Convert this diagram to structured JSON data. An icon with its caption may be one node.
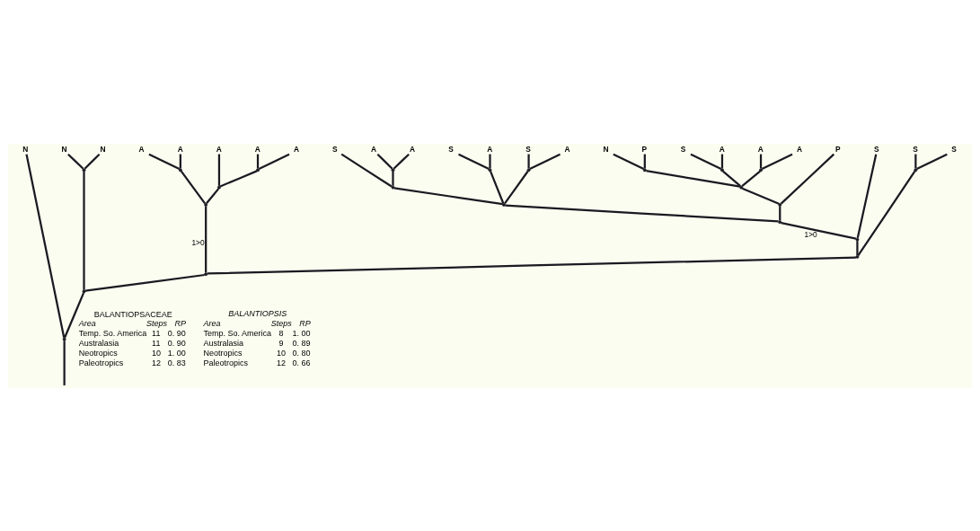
{
  "diagram": {
    "nodes": [
      {
        "text": [
          "N"
        ]
      },
      {
        "text": [
          "N"
        ]
      },
      {
        "text": [
          "N"
        ]
      },
      {
        "text": [
          "A"
        ]
      },
      {
        "text": [
          "A"
        ]
      },
      {
        "text": [
          "A"
        ]
      },
      {
        "text": [
          "A"
        ]
      },
      {
        "text": [
          "A"
        ]
      },
      {
        "text": [
          "S"
        ]
      },
      {
        "text": [
          "A"
        ]
      },
      {
        "text": [
          "A"
        ]
      },
      {
        "text": [
          "S"
        ]
      },
      {
        "text": [
          "A"
        ]
      },
      {
        "text": [
          "S"
        ]
      },
      {
        "text": [
          "A"
        ]
      },
      {
        "text": [
          "N"
        ]
      },
      {
        "text": [
          "P"
        ]
      },
      {
        "text": [
          "S"
        ]
      },
      {
        "text": [
          "A"
        ]
      },
      {
        "text": [
          "A"
        ]
      },
      {
        "text": [
          "A"
        ]
      },
      {
        "text": [
          "P"
        ]
      },
      {
        "text": [
          "S"
        ]
      },
      {
        "text": [
          "S"
        ]
      },
      {
        "text": [
          "S"
        ]
      },
      {
        "text": [],
        "shape": "point"
      },
      {
        "text": [],
        "shape": "point"
      },
      {
        "text": [],
        "shape": "point"
      },
      {
        "text": [],
        "shape": "point"
      },
      {
        "text": [],
        "shape": "point"
      },
      {
        "text": [],
        "shape": "point"
      },
      {
        "text": [],
        "shape": "point"
      },
      {
        "text": [],
        "shape": "point"
      },
      {
        "text": [],
        "shape": "point"
      },
      {
        "text": [],
        "shape": "point"
      },
      {
        "text": [],
        "shape": "point"
      },
      {
        "text": [],
        "shape": "point"
      },
      {
        "text": [],
        "shape": "point"
      },
      {
        "text": [],
        "shape": "point"
      },
      {
        "text": [],
        "shape": "point"
      },
      {
        "text": [],
        "shape": "point"
      },
      {
        "text": [],
        "shape": "point"
      },
      {
        "text": [],
        "shape": "point"
      },
      {
        "text": [],
        "shape": "point"
      },
      {
        "text": [],
        "shape": "point"
      },
      {
        "text": [],
        "shape": "point"
      },
      {
        "text": [],
        "shape": "point"
      }
    ],
    "edges": [
      {
        "from": 25,
        "to": 1,
        "arrow": "none"
      },
      {
        "from": 25,
        "to": 2,
        "arrow": "none"
      },
      {
        "from": 26,
        "to": 3,
        "arrow": "none"
      },
      {
        "from": 26,
        "to": 4,
        "arrow": "none"
      },
      {
        "from": 27,
        "to": 6,
        "arrow": "none"
      },
      {
        "from": 27,
        "to": 7,
        "arrow": "none"
      },
      {
        "from": 28,
        "to": 9,
        "arrow": "none"
      },
      {
        "from": 28,
        "to": 10,
        "arrow": "none"
      },
      {
        "from": 29,
        "to": 11,
        "arrow": "none"
      },
      {
        "from": 29,
        "to": 12,
        "arrow": "none"
      },
      {
        "from": 30,
        "to": 13,
        "arrow": "none"
      },
      {
        "from": 30,
        "to": 14,
        "arrow": "none"
      },
      {
        "from": 31,
        "to": 15,
        "arrow": "none"
      },
      {
        "from": 31,
        "to": 16,
        "arrow": "none"
      },
      {
        "from": 32,
        "to": 17,
        "arrow": "none"
      },
      {
        "from": 32,
        "to": 18,
        "arrow": "none"
      },
      {
        "from": 33,
        "to": 19,
        "arrow": "none"
      },
      {
        "from": 33,
        "to": 20,
        "arrow": "none"
      },
      {
        "from": 34,
        "to": 23,
        "arrow": "none"
      },
      {
        "from": 34,
        "to": 24,
        "arrow": "none"
      },
      {
        "from": 35,
        "to": 5,
        "arrow": "none"
      },
      {
        "from": 35,
        "to": 27,
        "arrow": "none"
      },
      {
        "from": 36,
        "to": 8,
        "arrow": "none"
      },
      {
        "from": 36,
        "to": 28,
        "arrow": "none"
      },
      {
        "from": 37,
        "to": 26,
        "arrow": "none"
      },
      {
        "from": 37,
        "to": 35,
        "arrow": "none"
      },
      {
        "from": 38,
        "to": 31,
        "arrow": "none"
      },
      {
        "from": 38,
        "to": 32,
        "arrow": "none"
      },
      {
        "from": 38,
        "to": 33,
        "arrow": "none"
      },
      {
        "from": 39,
        "to": 36,
        "arrow": "none"
      },
      {
        "from": 39,
        "to": 29,
        "arrow": "none"
      },
      {
        "from": 39,
        "to": 30,
        "arrow": "none"
      },
      {
        "from": 40,
        "to": 38,
        "arrow": "none"
      },
      {
        "from": 40,
        "to": 21,
        "arrow": "none"
      },
      {
        "from": 41,
        "to": 39,
        "arrow": "none"
      },
      {
        "from": 41,
        "to": 40,
        "arrow": "none"
      },
      {
        "from": 42,
        "to": 41,
        "arrow": "none",
        "label": "1>0"
      },
      {
        "from": 42,
        "to": 22,
        "arrow": "none"
      },
      {
        "from": 43,
        "to": 42,
        "arrow": "none"
      },
      {
        "from": 43,
        "to": 34,
        "arrow": "none"
      },
      {
        "from": 44,
        "to": 37,
        "arrow": "none",
        "label": "1>0"
      },
      {
        "from": 44,
        "to": 43,
        "arrow": "none"
      },
      {
        "from": 45,
        "to": 25,
        "arrow": "none"
      },
      {
        "from": 45,
        "to": 44,
        "arrow": "none"
      },
      {
        "from": 46,
        "to": 0,
        "arrow": "none"
      },
      {
        "from": 46,
        "to": 45,
        "arrow": "none"
      },
      {
        "from": null,
        "to": 46,
        "arrow": "none"
      }
    ],
    "labels": [
      "BALANTIOPSACEAE",
      "Area",
      "Steps",
      "RP",
      "Temp. So. America",
      "11",
      "0. 90",
      "Australasia",
      "11",
      "0. 90",
      "Neotropics",
      "10",
      "1. 00",
      "Paleotropics",
      "12",
      "0. 83",
      "BALANTIOPSIS",
      "Area",
      "Steps",
      "RP",
      "Temp. So. America",
      "8",
      "1. 00",
      "Australasia",
      "9",
      "0. 89",
      "Neotropics",
      "10",
      "0. 80",
      "Paleotropics",
      "12",
      "0. 66"
    ]
  }
}
